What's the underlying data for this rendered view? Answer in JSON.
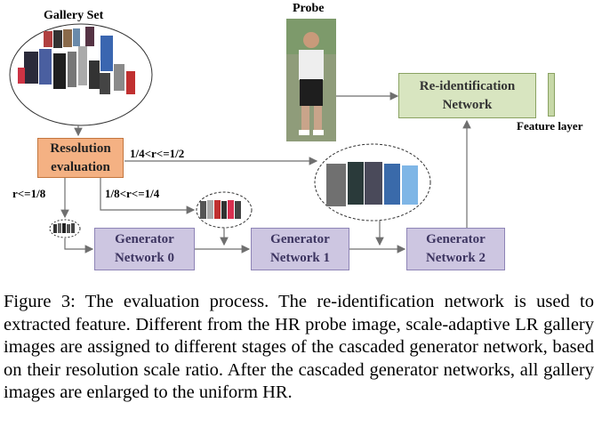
{
  "labels": {
    "gallery_set": "Gallery Set",
    "probe": "Probe",
    "feature_layer": "Feature layer",
    "ratio_quarter_half": "1/4<r<=1/2",
    "ratio_eighth_quarter": "1/8<r<=1/4",
    "ratio_le_eighth": "r<=1/8"
  },
  "boxes": {
    "resolution_line1": "Resolution",
    "resolution_line2": "evaluation",
    "reid_line1": "Re-identification",
    "reid_line2": "Network",
    "gen0_line1": "Generator",
    "gen0_line2": "Network 0",
    "gen1_line1": "Generator",
    "gen1_line2": "Network 1",
    "gen2_line1": "Generator",
    "gen2_line2": "Network 2"
  },
  "colors": {
    "generator_fill": "#cdc6e1",
    "reid_fill": "#d8e5c0",
    "resolution_fill": "#f4b183",
    "arrow": "#6f6f6f"
  },
  "caption": "Figure 3: The evaluation process. The re-identification network is used to extracted feature. Different from the HR probe image, scale-adaptive LR gallery images are assigned to different stages of the cascaded generator network, based on their resolution scale ratio. After the cascaded generator networks, all gallery images are enlarged to the uniform HR."
}
